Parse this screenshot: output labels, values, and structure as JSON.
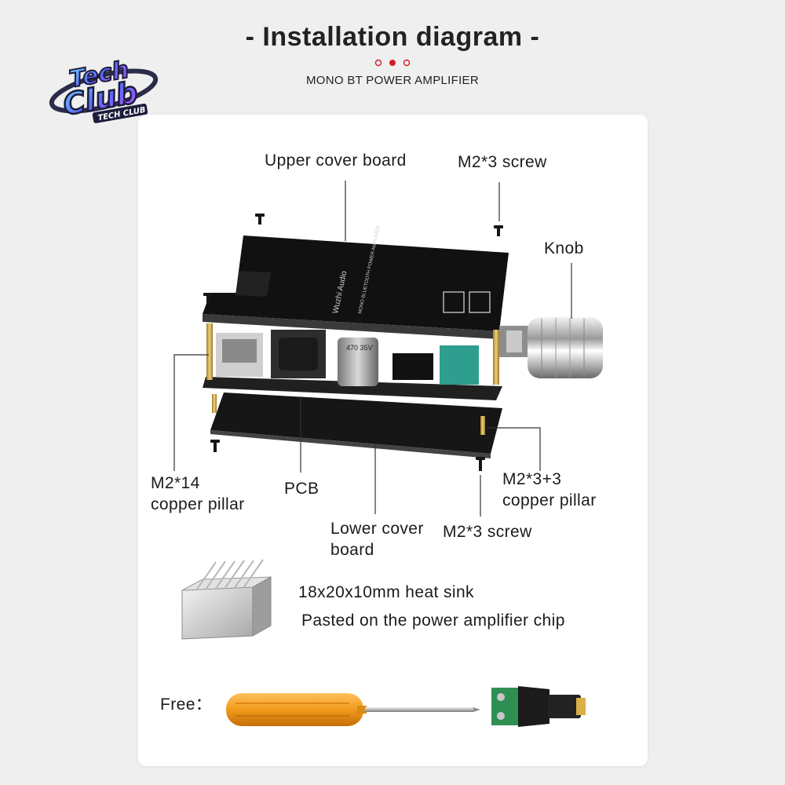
{
  "header": {
    "title": "Installation diagram",
    "subtitle": "MONO BT POWER AMPLIFIER"
  },
  "logo": {
    "text_top": "Tech",
    "text_mid": "Club",
    "text_small": "TECH CLUB"
  },
  "labels": {
    "upper_cover_board": "Upper cover board",
    "m2x3_screw_top": "M2*3 screw",
    "knob": "Knob",
    "m2x14_line1": "M2*14",
    "m2x14_line2": "copper pillar",
    "pcb": "PCB",
    "lower_cover_line1": "Lower cover",
    "lower_cover_line2": "board",
    "m2x3_screw_bottom": "M2*3 screw",
    "m2x3_3_line1": "M2*3+3",
    "m2x3_3_line2": "copper pillar",
    "heatsink_line1": "18x20x10mm heat sink",
    "heatsink_line2": "Pasted on the power amplifier chip",
    "free": "Free："
  },
  "board_print": {
    "brand": "Wuzhi Audio",
    "model": "MONO BLUETOOTH POWER AMPLIFIER",
    "cap": "470 35V"
  },
  "colors": {
    "accent_red": "#d0202a",
    "board_black": "#121212",
    "gold": "#c9a54a",
    "screwdriver_orange": "#f29a1d",
    "terminal_green": "#2f8f53"
  }
}
